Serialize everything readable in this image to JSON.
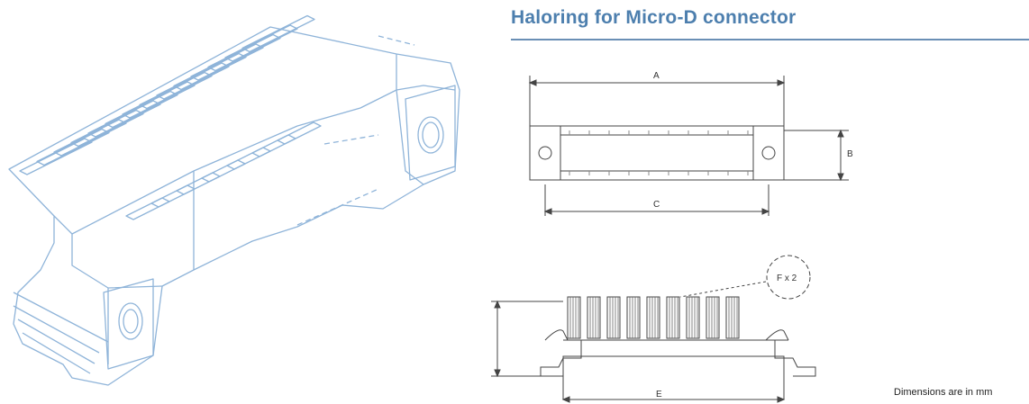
{
  "title": "Haloring for Micro-D connector",
  "dimension_labels": {
    "a": "A",
    "b": "B",
    "c": "C",
    "e": "E",
    "f": "F x 2"
  },
  "note": "Dimensions are in mm"
}
